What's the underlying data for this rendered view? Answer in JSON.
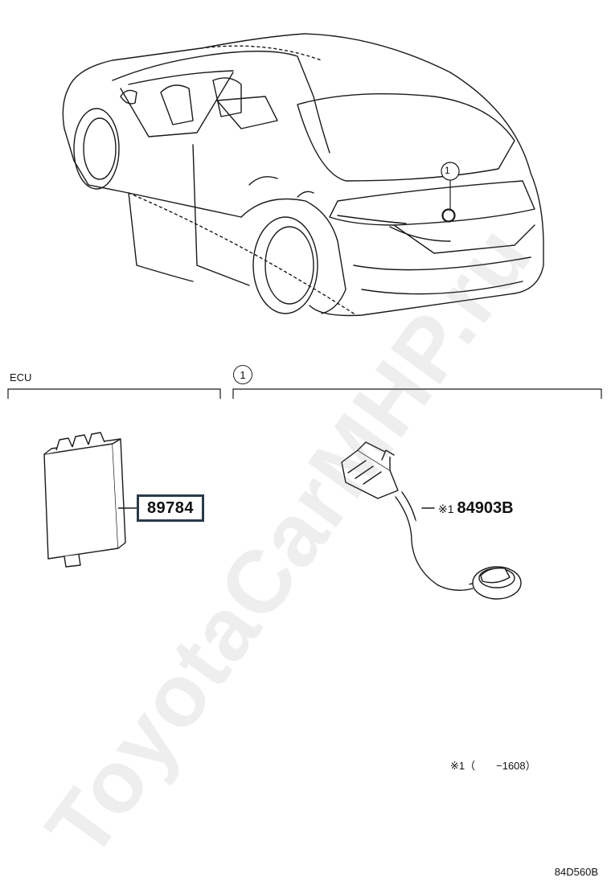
{
  "sections": {
    "ecu": {
      "label": "ECU"
    },
    "callout": {
      "number": "1"
    }
  },
  "parts": {
    "ecu_part_number": "89784",
    "sensor": {
      "mark": "※1",
      "part_number": "84903B"
    }
  },
  "car_callout": {
    "number": "1"
  },
  "footnote": {
    "mark": "※1（",
    "suffix": "−1608）"
  },
  "diagram_code": "84D560B",
  "watermark": "ToyotaCarMHP.ru"
}
